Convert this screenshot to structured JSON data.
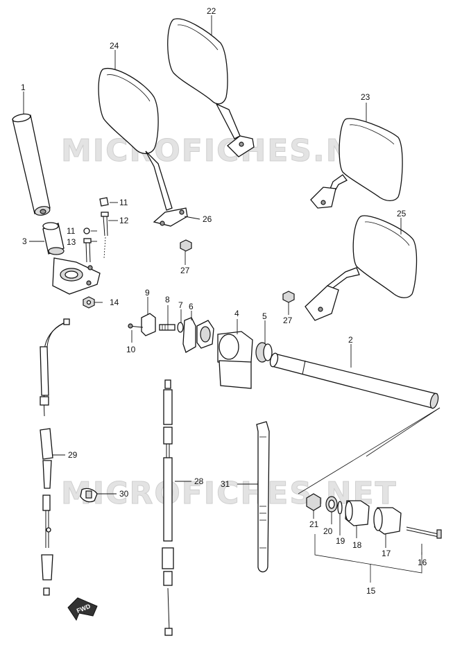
{
  "watermark": "MICROFICHES.NET",
  "fwd_label": "FWD",
  "callouts": [
    {
      "id": "c1",
      "label": "1"
    },
    {
      "id": "c2",
      "label": "2"
    },
    {
      "id": "c3",
      "label": "3"
    },
    {
      "id": "c4",
      "label": "4"
    },
    {
      "id": "c5",
      "label": "5"
    },
    {
      "id": "c6",
      "label": "6"
    },
    {
      "id": "c7",
      "label": "7"
    },
    {
      "id": "c8",
      "label": "8"
    },
    {
      "id": "c9",
      "label": "9"
    },
    {
      "id": "c10",
      "label": "10"
    },
    {
      "id": "c11a",
      "label": "11"
    },
    {
      "id": "c11b",
      "label": "11"
    },
    {
      "id": "c12",
      "label": "12"
    },
    {
      "id": "c13",
      "label": "13"
    },
    {
      "id": "c14",
      "label": "14"
    },
    {
      "id": "c15",
      "label": "15"
    },
    {
      "id": "c16",
      "label": "16"
    },
    {
      "id": "c17",
      "label": "17"
    },
    {
      "id": "c18",
      "label": "18"
    },
    {
      "id": "c19",
      "label": "19"
    },
    {
      "id": "c20",
      "label": "20"
    },
    {
      "id": "c21",
      "label": "21"
    },
    {
      "id": "c22",
      "label": "22"
    },
    {
      "id": "c23",
      "label": "23"
    },
    {
      "id": "c24",
      "label": "24"
    },
    {
      "id": "c25",
      "label": "25"
    },
    {
      "id": "c26",
      "label": "26"
    },
    {
      "id": "c27a",
      "label": "27"
    },
    {
      "id": "c27b",
      "label": "27"
    },
    {
      "id": "c28",
      "label": "28"
    },
    {
      "id": "c29",
      "label": "29"
    },
    {
      "id": "c30",
      "label": "30"
    },
    {
      "id": "c31",
      "label": "31"
    }
  ]
}
